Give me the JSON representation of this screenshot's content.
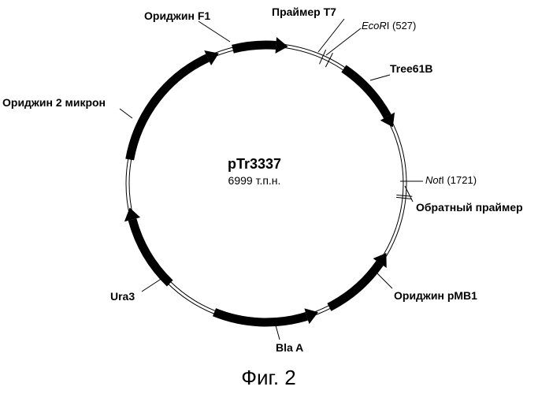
{
  "plasmid": {
    "name": "pTr3337",
    "size_text": "6999 т.п.н.",
    "caption": "Фиг. 2"
  },
  "features": [
    {
      "id": "origin-f1",
      "label": "Ориджин F1",
      "start_deg": -104,
      "end_deg": -81,
      "direction": "cw"
    },
    {
      "id": "tree61b",
      "label": "Tree61B",
      "start_deg": -56,
      "end_deg": -24,
      "direction": "cw"
    },
    {
      "id": "origin-pmb1",
      "label": "Ориджин pMB1",
      "start_deg": 30,
      "end_deg": 63,
      "direction": "ccw"
    },
    {
      "id": "bla-a",
      "label": "Bla A",
      "start_deg": 68,
      "end_deg": 112,
      "direction": "ccw"
    },
    {
      "id": "ura3",
      "label": "Ura3",
      "start_deg": 134,
      "end_deg": 170,
      "direction": "cw"
    },
    {
      "id": "origin-2micron",
      "label": "Ориджин 2 микрон",
      "start_deg": 190,
      "end_deg": 250,
      "direction": "cw"
    }
  ],
  "sites": [
    {
      "id": "primer-t7",
      "label": "Праймер T7",
      "angle_deg": -66
    },
    {
      "id": "ecori",
      "enzyme": "EcoR",
      "suffix": "I (527)",
      "angle_deg": -63
    },
    {
      "id": "noti",
      "enzyme": "Not",
      "suffix": "I (1721)",
      "angle_deg": 5
    },
    {
      "id": "reverse-primer",
      "label": "Обратный праймер",
      "angle_deg": 6
    }
  ],
  "colors": {
    "feature": "#000000",
    "backbone": "#000000",
    "background": "#ffffff"
  }
}
